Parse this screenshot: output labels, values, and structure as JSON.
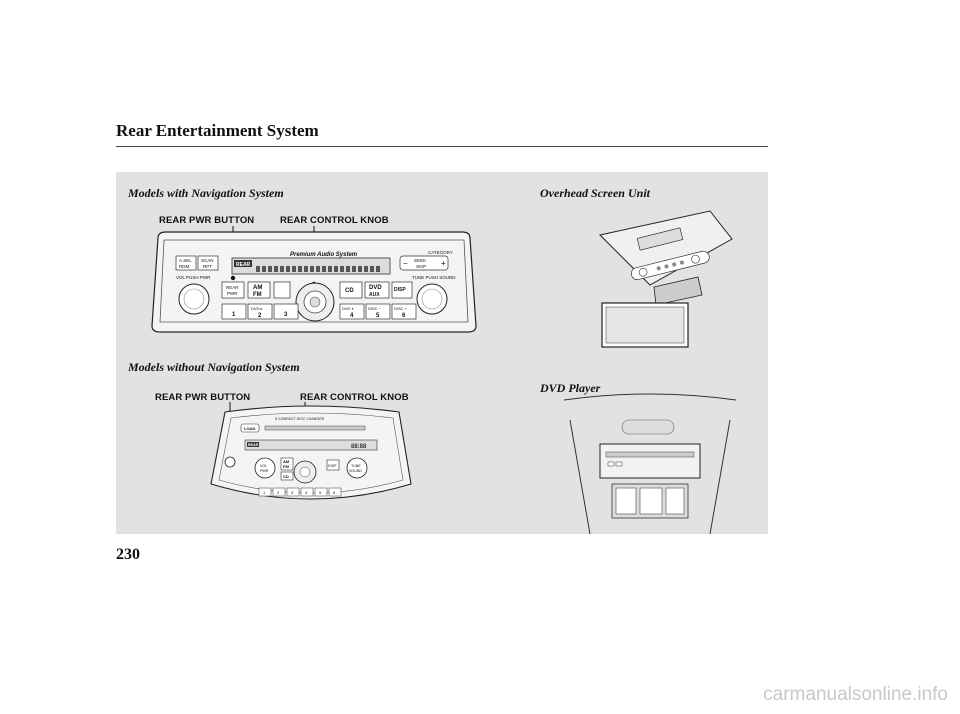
{
  "page": {
    "title": "Rear Entertainment System",
    "page_number": "230",
    "watermark": "carmanualsonline.info"
  },
  "sections": {
    "with_nav": "Models with Navigation System",
    "without_nav": "Models without Navigation System",
    "overhead": "Overhead Screen Unit",
    "dvd_player": "DVD Player"
  },
  "callouts": {
    "with_nav_pwr": "REAR PWR BUTTON",
    "with_nav_knob": "REAR CONTROL KNOB",
    "without_nav_pwr": "REAR PWR BUTTON",
    "without_nav_knob": "REAR CONTROL KNOB"
  },
  "radio_nav": {
    "system_name": "Premium Audio System",
    "category": "CATEGORY",
    "rear_badge": "REAR",
    "asel": "A.SEL",
    "rdm": "RDM",
    "scan": "SCAN",
    "rpt": "RPT",
    "vol_pwr": "VOL PUSH PWR",
    "tune_sound": "TUNE PUSH SOUND",
    "seek": "SEEK",
    "skip": "SKIP",
    "rear_pwr_line1": "REAR",
    "rear_pwr_line2": "PWR",
    "am": "AM",
    "fm": "FM",
    "cd": "CD",
    "dvd": "DVD",
    "aux": "AUX",
    "disp": "DISP",
    "presets": [
      "1",
      "2",
      "3",
      "4",
      "5",
      "6"
    ],
    "small_labels": [
      "DVD ▸",
      "DVD ⏸",
      "DISC −",
      "DISC +"
    ]
  },
  "radio_std": {
    "changer": "6 COMPACT DISC CHANGER",
    "load": "LOAD",
    "rear": "REAR",
    "vol": "VOL",
    "pwr": "PWR",
    "am": "AM",
    "fm": "FM",
    "cd": "CD",
    "tune": "TUNE",
    "sound": "SOUND",
    "disp": "DISP",
    "seg_display": "88:88",
    "presets": [
      "1",
      "2",
      "3",
      "4",
      "5",
      "6"
    ]
  }
}
